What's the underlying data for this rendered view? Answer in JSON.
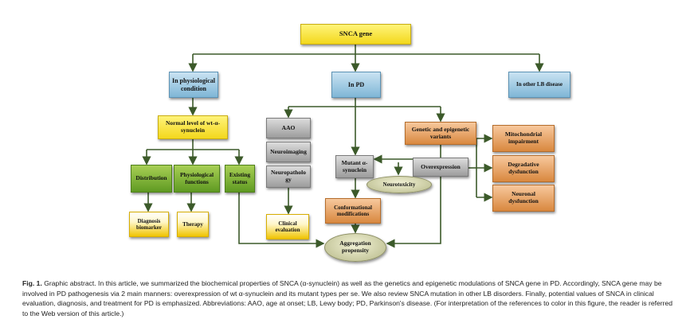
{
  "nodes": {
    "snca_gene": "SNCA gene",
    "physiological": "In physiological condition",
    "in_pd": "In PD",
    "other_lb": "In other LB disease",
    "normal_level": "Normal level of wt-α-synuclein",
    "distribution": "Distribution",
    "physio_functions": "Physiological functions",
    "existing_status": "Existing status",
    "diagnosis_biomarker": "Diagnosis biomarker",
    "therapy": "Therapy",
    "aao": "AAO",
    "neuroimaging": "Neuroimaging",
    "neuropathology": "Neuropatholo gy",
    "clinical_evaluation": "Clinical evaluation",
    "genetic_epigenetic": "Genetic and epigenetic variants",
    "mutant_synuclein": "Mutant α-synuclein",
    "overexpression": "Overexpression",
    "neurotoxicity": "Neurotoxicity",
    "conformational": "Conformational modifications",
    "aggregation": "Aggregation propensity",
    "mitochondrial": "Mitochondrial impairment",
    "degradative": "Degradative dysfunction",
    "neuronal": "Neuronal dysfunction"
  },
  "caption": {
    "label": "Fig. 1.",
    "text": "Graphic abstract. In this article, we summarized the biochemical properties of SNCA (α-synuclein) as well as the genetics and epigenetic modulations of SNCA gene in PD. Accordingly, SNCA gene may be involved in PD pathogenesis via 2 main manners: overexpression of wt α-synuclein and its mutant types per se. We also review SNCA mutation in other LB disorders. Finally, potential values of SNCA in clinical evaluation, diagnosis, and treatment for PD is emphasized. Abbreviations: AAO, age at onset; LB, Lewy body; PD, Parkinson's disease. (For interpretation of the references to color in this figure, the reader is referred to the Web version of this article.)"
  }
}
